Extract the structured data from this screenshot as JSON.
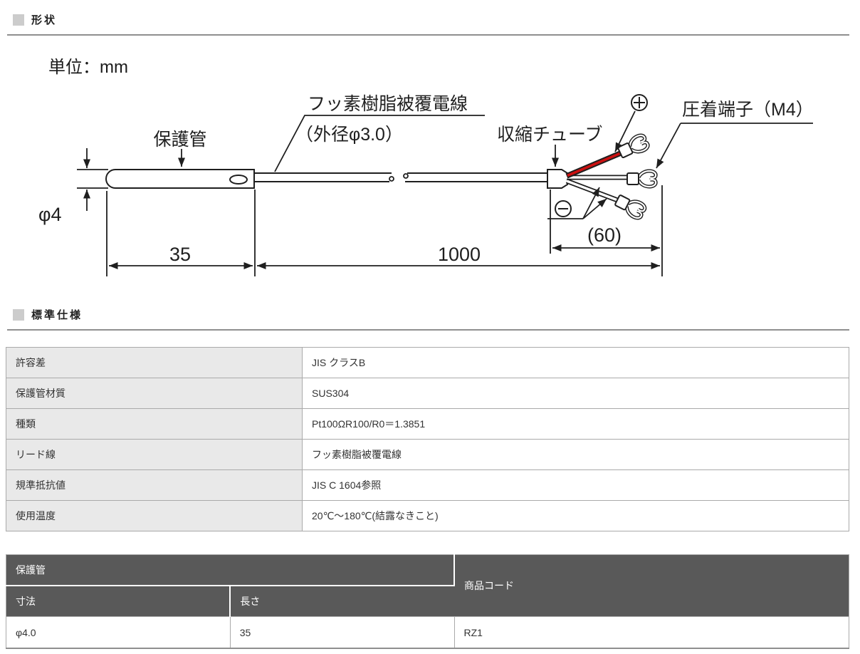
{
  "sections": {
    "shape_title": "形状",
    "spec_title": "標準仕様"
  },
  "diagram": {
    "unit": "単位：mm",
    "label_lead_wire": "フッ素樹脂被覆電線",
    "label_lead_wire_od": "（外径φ3.0）",
    "label_protection_tube": "保護管",
    "label_shrink_tube": "収縮チューブ",
    "label_crimp_terminal": "圧着端子（M4）",
    "dim_dia": "φ4",
    "dim_tube_len": "35",
    "dim_wire_len": "1000",
    "dim_terminal_len": "(60)",
    "colors": {
      "red_wire": "#cc1111",
      "line": "#1f1f1f"
    }
  },
  "spec_table": {
    "rows": [
      {
        "label": "許容差",
        "value": "JIS クラスB"
      },
      {
        "label": "保護管材質",
        "value": "SUS304"
      },
      {
        "label": "種類",
        "value": "Pt100ΩR100/R0＝1.3851"
      },
      {
        "label": "リード線",
        "value": "フッ素樹脂被覆電線"
      },
      {
        "label": "規準抵抗値",
        "value": "JIS C 1604参照"
      },
      {
        "label": "使用温度",
        "value": "20℃～180℃(結露なきこと)"
      }
    ]
  },
  "product_table": {
    "group_header": "保護管",
    "code_header": "商品コード",
    "col_dim": "寸法",
    "col_len": "長さ",
    "row": {
      "dim": "φ4.0",
      "len": "35",
      "code": "RZ1"
    }
  }
}
